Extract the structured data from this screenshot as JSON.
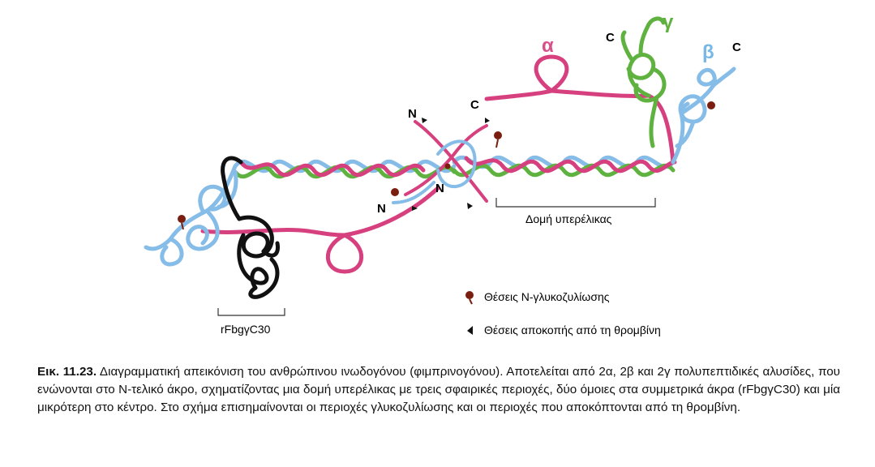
{
  "diagram": {
    "chain_labels": {
      "alpha": "α",
      "beta": "β",
      "gamma": "γ",
      "c_terminus": "C",
      "n_terminus": "N"
    },
    "region_labels": {
      "coiled_coil": "Δομή υπερέλικας",
      "terminal_domain": "rFbgγC30"
    },
    "legend": {
      "glycosylation": "Θέσεις Ν-γλυκοζυλίωσης",
      "thrombin_cleavage": "Θέσεις αποκοπής από τη θρομβίνη"
    },
    "colors": {
      "alpha_chain": "#d6407e",
      "beta_chain": "#86bde8",
      "gamma_chain": "#5fb23f",
      "terminal_domain": "#111111",
      "glycosylation_marker": "#7a1e10",
      "alpha_label": "#d94f8a",
      "beta_label": "#78b8e6",
      "gamma_label": "#5fb23f"
    }
  },
  "caption": {
    "figure_number": "Εικ. 11.23.",
    "text": "Διαγραμματική απεικόνιση του ανθρώπινου ινωδογόνου (φιμπρινογόνου). Αποτελείται από 2α, 2β και 2γ πολυπεπτιδικές αλυσίδες, που ενώνονται στο Ν-τελικό άκρο, σχηματίζοντας μια δομή υπερέλικας με τρεις σφαιρικές περιοχές, δύο όμοιες στα συμμετρικά άκρα (rFbgγC30) και μία μικρότερη στο κέντρο. Στο σχήμα επισημαίνονται οι περιοχές γλυκοζυλίωσης και οι περιοχές που αποκόπτονται από τη θρομβίνη."
  }
}
